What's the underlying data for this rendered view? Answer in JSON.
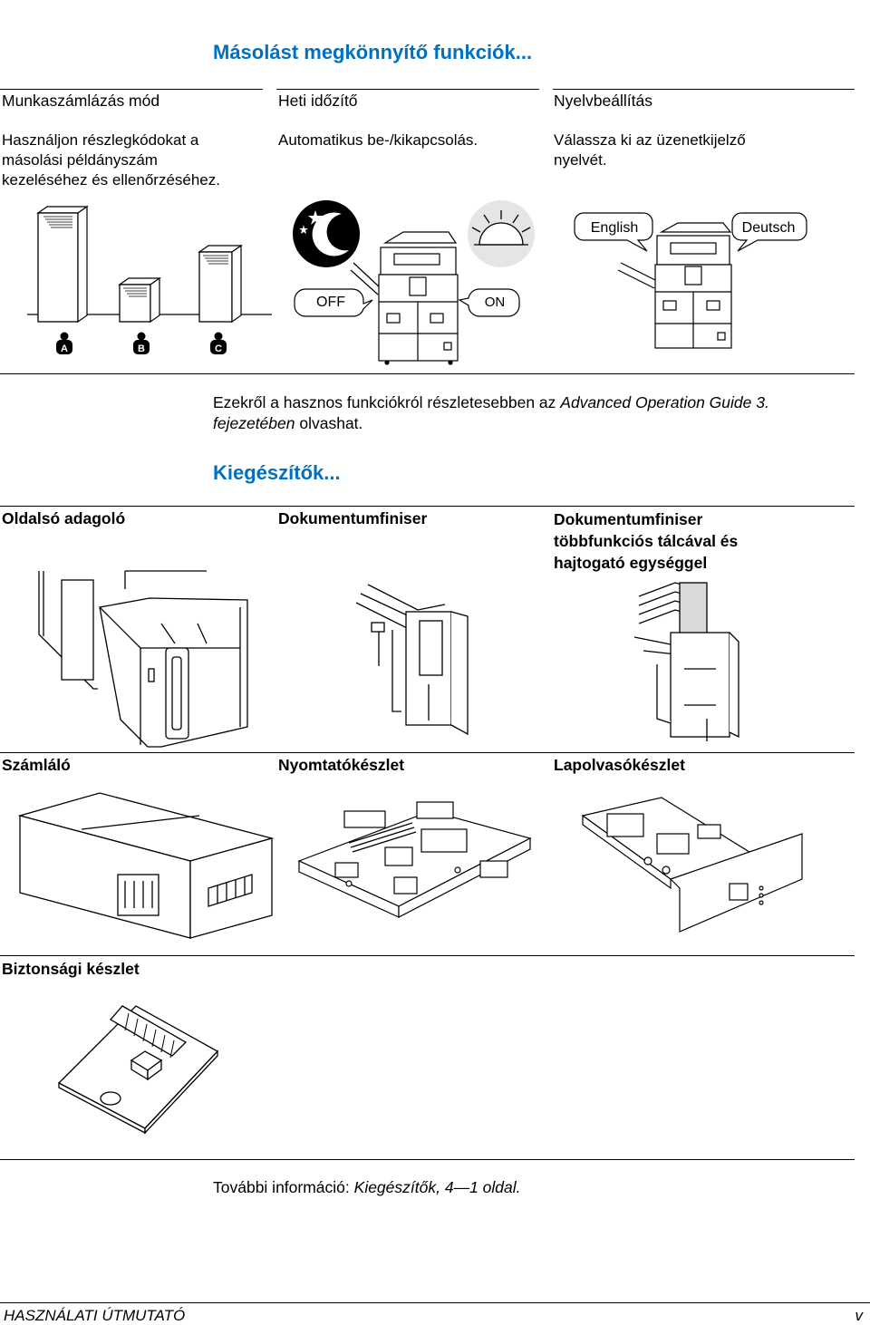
{
  "section1": {
    "title": "Másolást megkönnyítő funkciók...",
    "columns": [
      {
        "heading": "Munkaszámlázás mód",
        "text_lines": [
          "Használjon részlegkódokat a",
          "másolási példányszám",
          "kezeléséhez és ellenőrzéséhez."
        ],
        "badges": [
          "A",
          "B",
          "C"
        ]
      },
      {
        "heading": "Heti időzítő",
        "text_lines": [
          "Automatikus be-/kikapcsolás."
        ],
        "labels": {
          "off": "OFF",
          "on": "ON"
        }
      },
      {
        "heading": "Nyelvbeállítás",
        "text_lines": [
          "Válassza ki az üzenetkijelző",
          "nyelvét."
        ],
        "labels": {
          "lang1": "English",
          "lang2": "Deutsch"
        }
      }
    ],
    "note": {
      "line1_prefix": "Ezekről a hasznos funkciókról részletesebben az ",
      "line1_italic": "Advanced Operation Guide 3.",
      "line2_italic": "fejezetében",
      "line2_suffix": " olvashat."
    }
  },
  "section2": {
    "title": "Kiegészítők...",
    "row1": [
      {
        "heading": "Oldalsó adagoló"
      },
      {
        "heading": "Dokumentumfiniser"
      },
      {
        "heading_lines": [
          "Dokumentumfiniser",
          "többfunkciós tálcával és",
          "hajtogató egységgel"
        ]
      }
    ],
    "row2": [
      {
        "heading": "Számláló"
      },
      {
        "heading": "Nyomtatókészlet"
      },
      {
        "heading": "Lapolvasókészlet"
      }
    ],
    "row3": [
      {
        "heading": "Biztonsági készlet"
      }
    ],
    "more_info": {
      "prefix": "További információ: ",
      "italic": "Kiegészítők, 4—1 oldal."
    }
  },
  "footer": {
    "left": "HASZNÁLATI ÚTMUTATÓ",
    "right": "v"
  }
}
